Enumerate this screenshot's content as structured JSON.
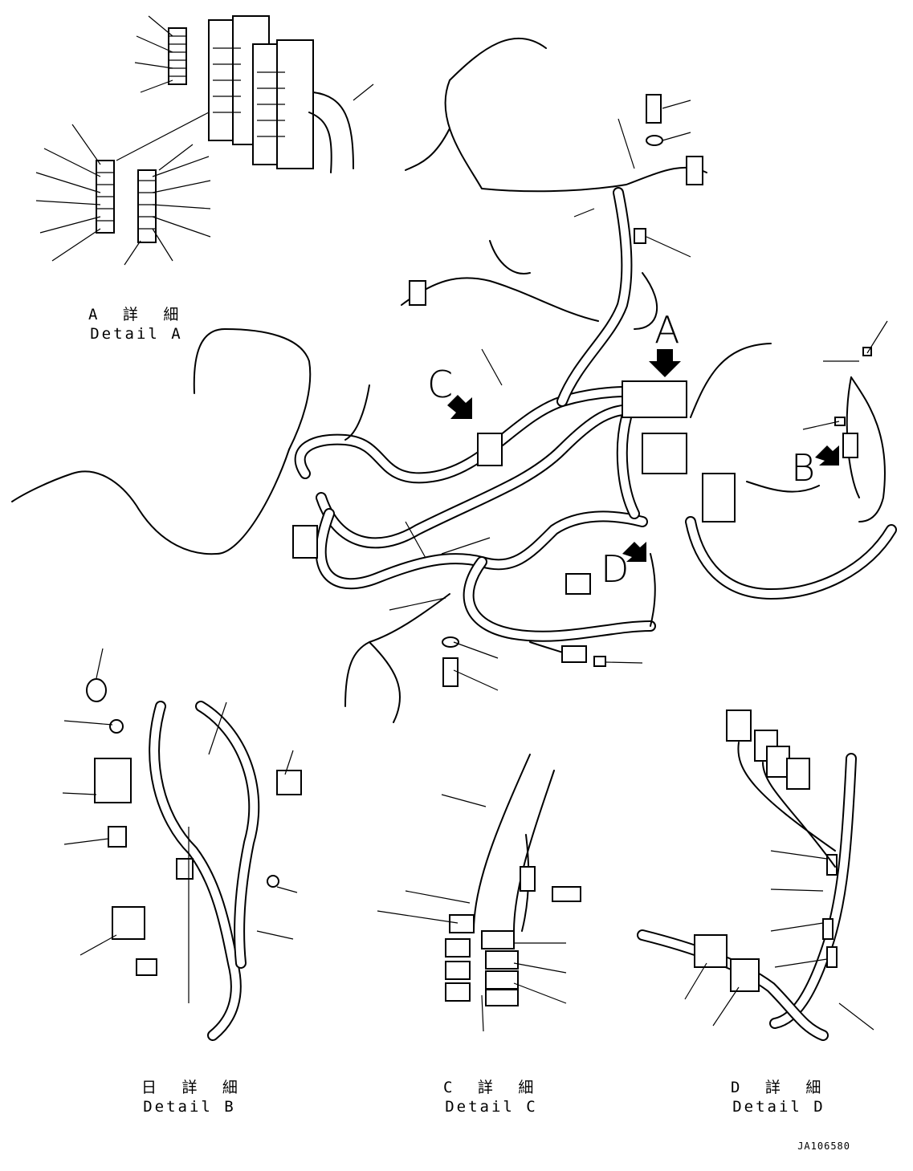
{
  "callouts": {
    "a": "A",
    "b": "B",
    "c": "C",
    "d": "D"
  },
  "details": {
    "a": {
      "jp": "A 詳 細",
      "en": "Detail A"
    },
    "b": {
      "jp": "日 詳 細",
      "en": "Detail B"
    },
    "c": {
      "jp": "C 詳 細",
      "en": "Detail C"
    },
    "d": {
      "jp": "D 詳 細",
      "en": "Detail D"
    }
  },
  "drawing_id": "JA106580"
}
